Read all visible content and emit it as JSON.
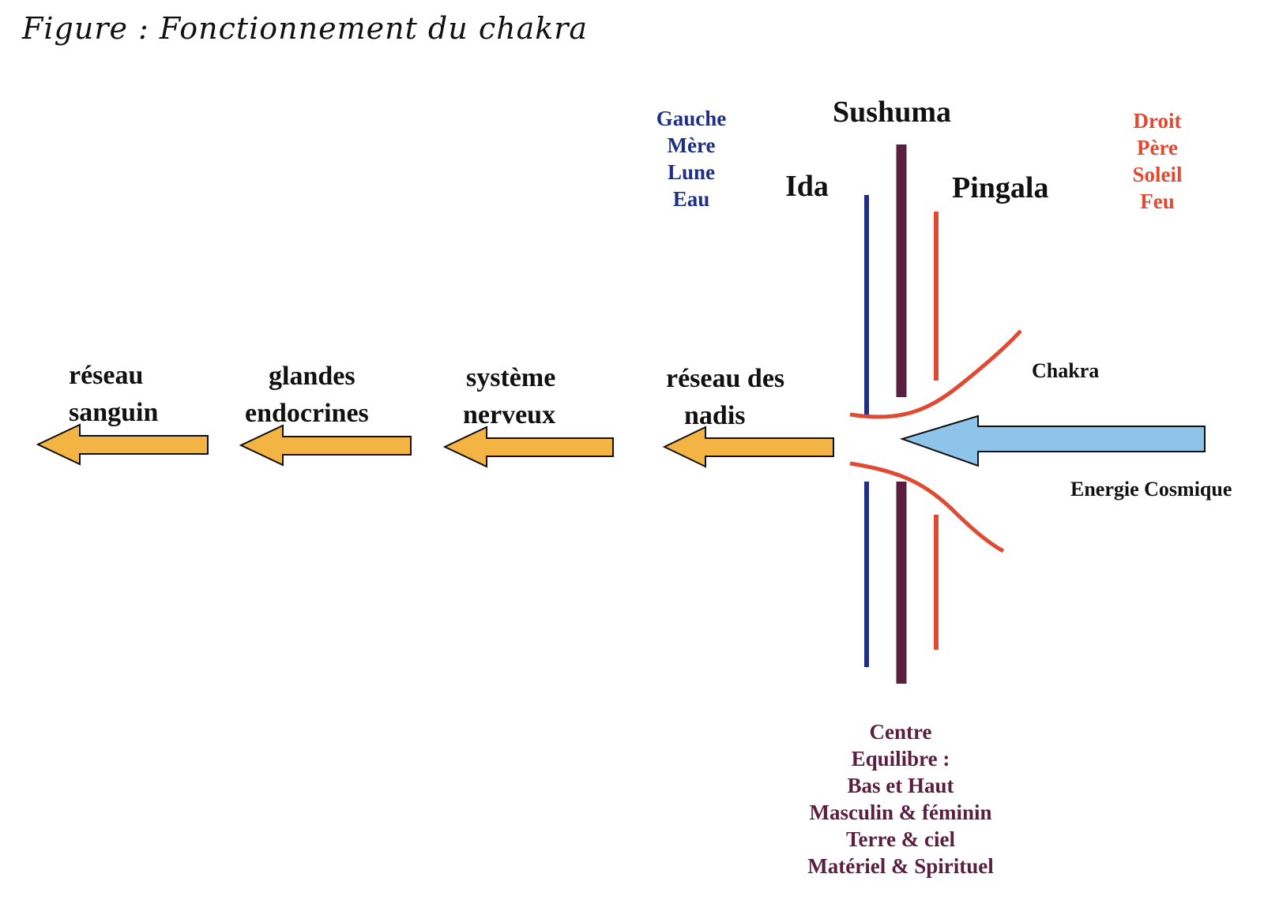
{
  "title": "Figure : Fonctionnement du chakra",
  "left_channel": {
    "name": "Ida",
    "attributes": [
      "Gauche",
      "Mère",
      "Lune",
      "Eau"
    ]
  },
  "center_channel": {
    "name": "Sushuma",
    "attributes": [
      "Centre",
      "Equilibre :",
      "Bas et Haut",
      "Masculin & féminin",
      "Terre & ciel",
      "Matériel & Spirituel"
    ]
  },
  "right_channel": {
    "name": "Pingala",
    "attributes": [
      "Droit",
      "Père",
      "Soleil",
      "Feu"
    ]
  },
  "chakra_label": "Chakra",
  "input_label": "Energie Cosmique",
  "flow_steps": [
    {
      "line1": "réseau des",
      "line2": "nadis"
    },
    {
      "line1": "système",
      "line2": "nerveux"
    },
    {
      "line1": "glandes",
      "line2": "endocrines"
    },
    {
      "line1": "réseau",
      "line2": "sanguin"
    }
  ],
  "colors": {
    "ida": "#1f2f86",
    "pingala": "#e04a32",
    "sushuma": "#5a1f3e",
    "orange_arrow": "#f3b443",
    "blue_arrow": "#8ec3ea",
    "text": "#111111"
  }
}
